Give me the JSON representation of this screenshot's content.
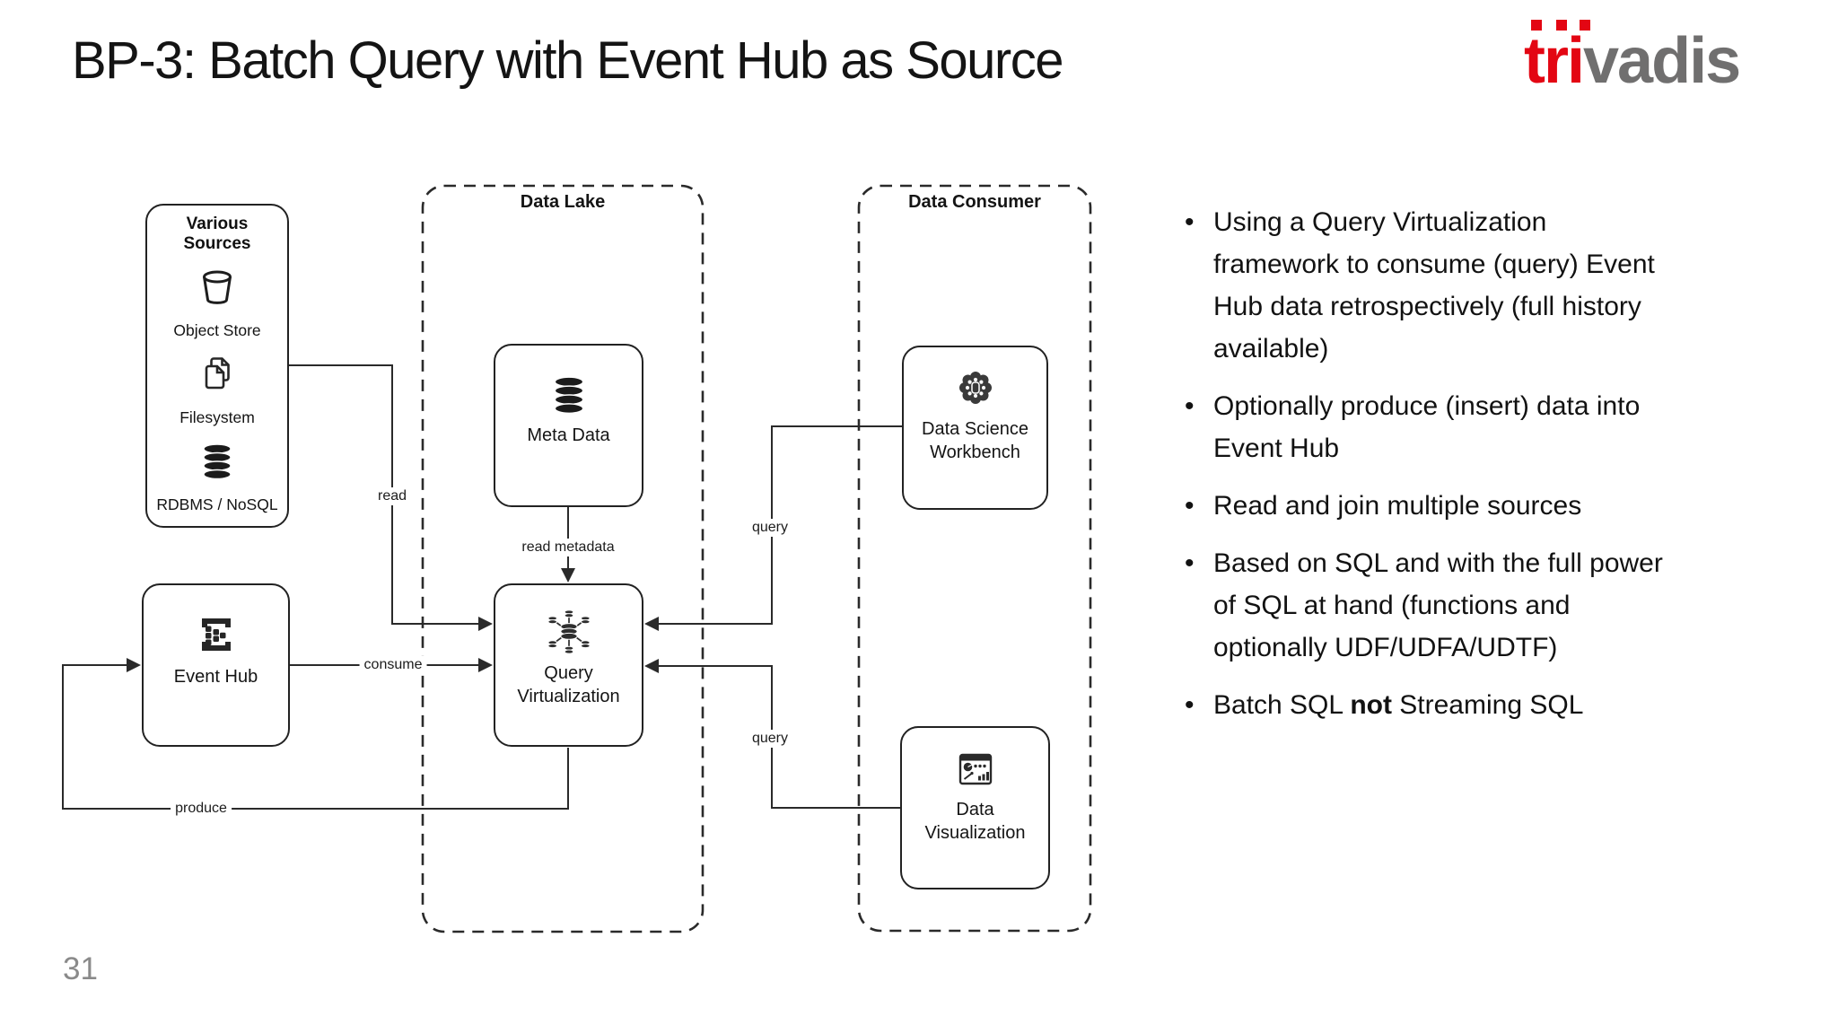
{
  "slide": {
    "title": "BP-3: Batch Query with Event Hub as Source",
    "page_number": "31"
  },
  "logo": {
    "red_text": "tri",
    "gray_text": "vadis",
    "red_color": "#e30613",
    "gray_color": "#706f6f"
  },
  "colors": {
    "line": "#2a2a2a",
    "text": "#111111",
    "muted_gray": "#8a8a8a",
    "background": "#ffffff"
  },
  "diagram": {
    "groups": {
      "data_lake": "Data Lake",
      "data_consumer": "Data Consumer"
    },
    "nodes": {
      "various_sources": {
        "title": "Various Sources",
        "items": [
          "Object Store",
          "Filesystem",
          "RDBMS / NoSQL"
        ]
      },
      "event_hub": {
        "label": "Event Hub"
      },
      "meta_data": {
        "label": "Meta Data"
      },
      "query_virtualization": {
        "label": "Query Virtualization"
      },
      "data_science_workbench": {
        "label": "Data Science Workbench"
      },
      "data_visualization": {
        "label": "Data Visualization"
      }
    },
    "edges": {
      "read": "read",
      "consume": "consume",
      "produce": "produce",
      "read_metadata": "read metadata",
      "query_top": "query",
      "query_bottom": "query"
    },
    "icons": {
      "object_store": "bucket-icon",
      "filesystem": "copy-files-icon",
      "rdbms_nosql": "database-stack-icon",
      "event_hub": "event-hub-icon",
      "meta_data": "database-stack-icon",
      "query_virtualization": "db-federation-icon",
      "data_science_workbench": "rosette-icon",
      "data_visualization": "dashboard-window-icon"
    }
  },
  "bullets": [
    "Using a Query Virtualization framework to consume (query) Event Hub data retrospectively (full history available)",
    "Optionally produce (insert) data into Event Hub",
    "Read and join multiple sources",
    "Based on SQL and with the full power of SQL at hand (functions and optionally UDF/UDFA/UDTF)",
    {
      "pre": "Batch SQL ",
      "bold": "not",
      "post": " Streaming SQL"
    }
  ]
}
